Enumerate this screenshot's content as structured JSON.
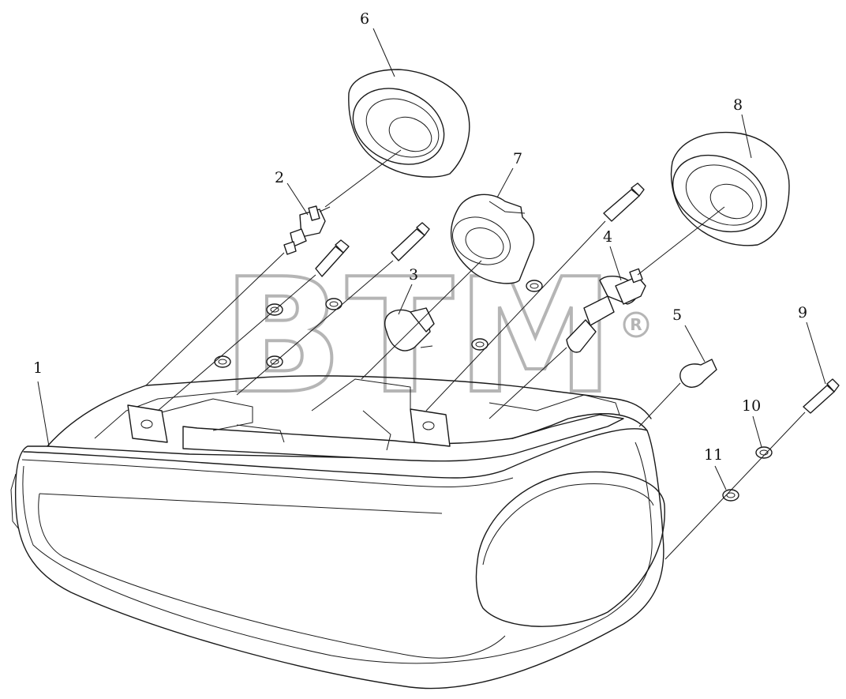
{
  "diagram": {
    "type": "exploded-parts-view",
    "callouts": [
      {
        "id": "c1",
        "label": "1"
      },
      {
        "id": "c2",
        "label": "2"
      },
      {
        "id": "c3",
        "label": "3"
      },
      {
        "id": "c4",
        "label": "4"
      },
      {
        "id": "c5",
        "label": "5"
      },
      {
        "id": "c6",
        "label": "6"
      },
      {
        "id": "c7",
        "label": "7"
      },
      {
        "id": "c8",
        "label": "8"
      },
      {
        "id": "c9",
        "label": "9"
      },
      {
        "id": "c10",
        "label": "10"
      },
      {
        "id": "c11",
        "label": "11"
      }
    ]
  },
  "watermark": {
    "text": "BTM",
    "registered_mark": "R",
    "color": "#b5b5b5"
  },
  "colors": {
    "line": "#1a1a1a",
    "background": "#ffffff"
  }
}
